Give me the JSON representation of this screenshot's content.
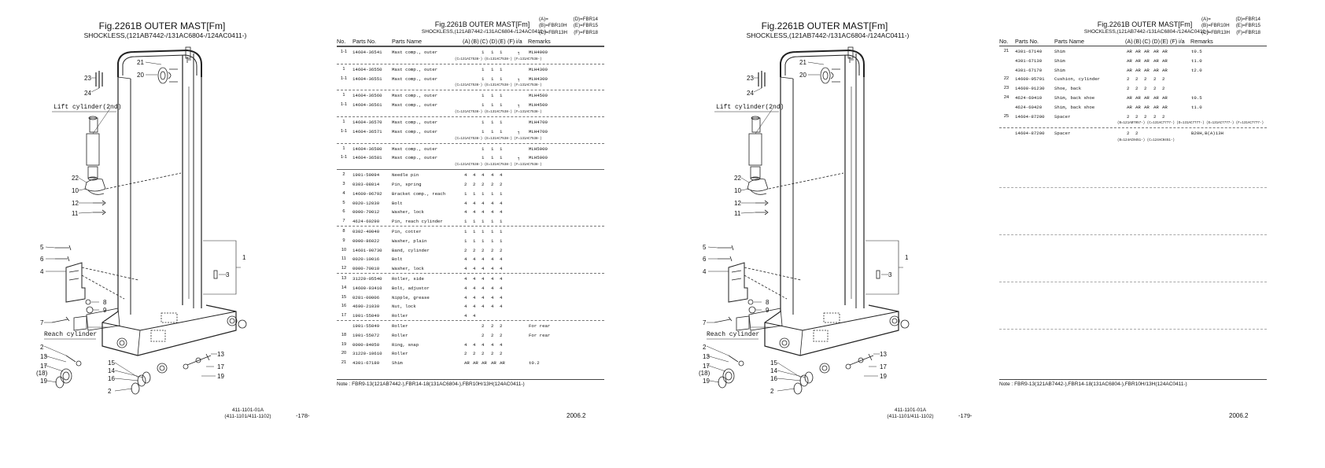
{
  "pages": [
    {
      "fig_title": "Fig.2261B  OUTER MAST[Fm]",
      "fig_subtitle": "SHOCKLESS,(121AB7442-/131AC6804-/124AC0411-)",
      "header_title": "Fig.2261B  OUTER MAST[Fm]",
      "header_subtitle": "SHOCKLESS,(121AB7442-/131AC6804-/124AC0411-)",
      "models": [
        {
          "left": "(A)=",
          "right": "(D)=FBR14"
        },
        {
          "left": "(B)=FBR10H",
          "right": "(E)=FBR15"
        },
        {
          "left": "(C)=FBR13H",
          "right": "(F)=FBR18"
        }
      ],
      "code": "411-1101-01A",
      "code2": "(411-1101/411-1102)",
      "page_number": "-178-",
      "date": "2006.2",
      "note": "Note :   FBR9-13(121AB7442-),FBR14-18(131AC6804-),FBR10H/13H(124AC0411-)"
    },
    {
      "fig_title": "Fig.2261B  OUTER MAST[Fm]",
      "fig_subtitle": "SHOCKLESS,(121AB7442-/131AC6804-/124AC0411-)",
      "header_title": "Fig.2261B  OUTER MAST[Fm]",
      "header_subtitle": "SHOCKLESS,(121AB7442-/131AC6804-/124AC0411-)",
      "models": [
        {
          "left": "(A)=",
          "right": "(D)=FBR14"
        },
        {
          "left": "(B)=FBR10H",
          "right": "(E)=FBR15"
        },
        {
          "left": "(C)=FBR13H",
          "right": "(F)=FBR18"
        }
      ],
      "code": "411-1101-01A",
      "code2": "(411-1101/411-1102)",
      "page_number": "-179-",
      "date": "2006.2",
      "note": "Note :   FBR9-13(121AB7442-),FBR14-18(131AC6804-),FBR10H/13H(124AC0411-)"
    }
  ],
  "diagram": {
    "lift_cylinder_label": "Lift cylinder(2nd)",
    "reach_cylinder_label": "Reach cylinder",
    "callouts": [
      "21",
      "20",
      "23",
      "24",
      "22",
      "10",
      "12",
      "11",
      "5",
      "6",
      "4",
      "1",
      "3",
      "8",
      "9",
      "7",
      "2",
      "13",
      "17",
      "(18)",
      "19",
      "15",
      "14",
      "16",
      "2",
      "13",
      "17",
      "19"
    ]
  },
  "table_headers": {
    "no": "No.",
    "parts_no": "Parts No.",
    "parts_name": "Parts Name",
    "a": "(A)",
    "b": "(B)",
    "c": "(C)",
    "d": "(D)",
    "e": "(E)",
    "f": "(F)",
    "ia": "i/a",
    "remarks": "Remarks"
  },
  "table_left": [
    {
      "no": "1-1",
      "pn": "14604-36541",
      "name": "Mast comp., outer",
      "qty": [
        "",
        "",
        "1",
        "1",
        "1",
        ""
      ],
      "ia": "┐",
      "rm": "MLH4000",
      "sep": "solid"
    },
    {
      "sub": "(C=131AC7538-) (E=131AC7538-) (F=131AC7538-)"
    },
    {
      "no": "1",
      "pn": "14604-36550",
      "name": "Mast comp., outer",
      "qty": [
        "",
        "",
        "1",
        "1",
        "1",
        ""
      ],
      "ia": "",
      "rm": "MLH4300",
      "sep": "dash"
    },
    {
      "no": "1-1",
      "pn": "14604-36551",
      "name": "Mast comp., outer",
      "qty": [
        "",
        "",
        "1",
        "1",
        "1",
        ""
      ],
      "ia": "┐",
      "rm": "MLH4300"
    },
    {
      "sub": "(C=131AC7538-) (E=131AC7538-) (F=131AC7538-)"
    },
    {
      "no": "1",
      "pn": "14604-36560",
      "name": "Mast comp., outer",
      "qty": [
        "",
        "",
        "1",
        "1",
        "1",
        ""
      ],
      "ia": "",
      "rm": "MLH4500",
      "sep": "dash"
    },
    {
      "no": "1-1",
      "pn": "14604-36561",
      "name": "Mast comp., outer",
      "qty": [
        "",
        "",
        "1",
        "1",
        "1",
        ""
      ],
      "ia": "┐",
      "rm": "MLH4500"
    },
    {
      "sub": "(C=131AC7538-) (E=131AC7538-) (F=131AC7538-)"
    },
    {
      "no": "1",
      "pn": "14604-36570",
      "name": "Mast comp., outer",
      "qty": [
        "",
        "",
        "1",
        "1",
        "1",
        ""
      ],
      "ia": "",
      "rm": "MLH4700",
      "sep": "dash"
    },
    {
      "no": "1-1",
      "pn": "14604-36571",
      "name": "Mast comp., outer",
      "qty": [
        "",
        "",
        "1",
        "1",
        "1",
        ""
      ],
      "ia": "┐",
      "rm": "MLH4700"
    },
    {
      "sub": "(C=131AC7538-) (E=131AC7538-) (F=131AC7538-)"
    },
    {
      "no": "1",
      "pn": "14604-36580",
      "name": "Mast comp., outer",
      "qty": [
        "",
        "",
        "1",
        "1",
        "1",
        ""
      ],
      "ia": "",
      "rm": "MLH5000",
      "sep": "dash"
    },
    {
      "no": "1-1",
      "pn": "14604-36581",
      "name": "Mast comp., outer",
      "qty": [
        "",
        "",
        "1",
        "1",
        "1",
        ""
      ],
      "ia": "┐",
      "rm": "MLH5000"
    },
    {
      "sub": "(C=131AC7538-) (E=131AC7538-) (F=131AC7538-)"
    },
    {
      "no": "2",
      "pn": "1901-59094",
      "name": "Needle pin",
      "qty": [
        "4",
        "4",
        "4",
        "4",
        "4",
        ""
      ],
      "ia": "",
      "rm": "",
      "sep": "solid"
    },
    {
      "no": "3",
      "pn": "0303-08014",
      "name": "Pin, spring",
      "qty": [
        "2",
        "2",
        "2",
        "2",
        "2",
        ""
      ],
      "ia": "",
      "rm": ""
    },
    {
      "no": "4",
      "pn": "14600-96792",
      "name": "Bracket comp., reach",
      "qty": [
        "1",
        "1",
        "1",
        "1",
        "1",
        ""
      ],
      "ia": "",
      "rm": ""
    },
    {
      "no": "5",
      "pn": "0020-12030",
      "name": "Bolt",
      "qty": [
        "4",
        "4",
        "4",
        "4",
        "4",
        ""
      ],
      "ia": "",
      "rm": ""
    },
    {
      "no": "6",
      "pn": "0000-70012",
      "name": "Washer, lock",
      "qty": [
        "4",
        "4",
        "4",
        "4",
        "4",
        ""
      ],
      "ia": "",
      "rm": ""
    },
    {
      "no": "7",
      "pn": "4624-60290",
      "name": "Pin, reach cylinder",
      "qty": [
        "1",
        "1",
        "1",
        "1",
        "1",
        ""
      ],
      "ia": "",
      "rm": ""
    },
    {
      "no": "8",
      "pn": "0302-40040",
      "name": "Pin, cotter",
      "qty": [
        "1",
        "1",
        "1",
        "1",
        "1",
        ""
      ],
      "ia": "",
      "rm": "",
      "sep": "dash"
    },
    {
      "no": "9",
      "pn": "0000-86022",
      "name": "Washer, plain",
      "qty": [
        "1",
        "1",
        "1",
        "1",
        "1",
        ""
      ],
      "ia": "",
      "rm": ""
    },
    {
      "no": "10",
      "pn": "14601-90730",
      "name": "Band, cylinder",
      "qty": [
        "2",
        "2",
        "2",
        "2",
        "2",
        ""
      ],
      "ia": "",
      "rm": ""
    },
    {
      "no": "11",
      "pn": "0020-10016",
      "name": "Bolt",
      "qty": [
        "4",
        "4",
        "4",
        "4",
        "4",
        ""
      ],
      "ia": "",
      "rm": ""
    },
    {
      "no": "12",
      "pn": "0000-70010",
      "name": "Washer, lock",
      "qty": [
        "4",
        "4",
        "4",
        "4",
        "4",
        ""
      ],
      "ia": "",
      "rm": ""
    },
    {
      "no": "13",
      "pn": "31220-05540",
      "name": "Roller, side",
      "qty": [
        "4",
        "4",
        "4",
        "4",
        "4",
        ""
      ],
      "ia": "",
      "rm": "",
      "sep": "dash"
    },
    {
      "no": "14",
      "pn": "14600-93410",
      "name": "Bolt, adjustor",
      "qty": [
        "4",
        "4",
        "4",
        "4",
        "4",
        ""
      ],
      "ia": "",
      "rm": ""
    },
    {
      "no": "15",
      "pn": "0281-00006",
      "name": "Nipple, grease",
      "qty": [
        "4",
        "4",
        "4",
        "4",
        "4",
        ""
      ],
      "ia": "",
      "rm": ""
    },
    {
      "no": "16",
      "pn": "4690-21030",
      "name": "Nut, lock",
      "qty": [
        "4",
        "4",
        "4",
        "4",
        "4",
        ""
      ],
      "ia": "",
      "rm": ""
    },
    {
      "no": "17",
      "pn": "1901-55049",
      "name": "Roller",
      "qty": [
        "4",
        "4",
        "",
        "",
        "",
        ""
      ],
      "ia": "",
      "rm": ""
    },
    {
      "no": "",
      "pn": "1901-55049",
      "name": "Roller",
      "qty": [
        "",
        "",
        "2",
        "2",
        "2",
        ""
      ],
      "ia": "",
      "rm": "For rear",
      "sep": "dash"
    },
    {
      "no": "18",
      "pn": "1901-55072",
      "name": "Roller",
      "qty": [
        "",
        "",
        "2",
        "2",
        "2",
        ""
      ],
      "ia": "",
      "rm": "For rear"
    },
    {
      "no": "19",
      "pn": "0000-84050",
      "name": "Ring, snap",
      "qty": [
        "4",
        "4",
        "4",
        "4",
        "4",
        ""
      ],
      "ia": "",
      "rm": ""
    },
    {
      "no": "20",
      "pn": "31220-10610",
      "name": "Roller",
      "qty": [
        "2",
        "2",
        "2",
        "2",
        "2",
        ""
      ],
      "ia": "",
      "rm": ""
    },
    {
      "no": "21",
      "pn": "4301-67180",
      "name": "Shim",
      "qty": [
        "AR",
        "AR",
        "AR",
        "AR",
        "AR",
        ""
      ],
      "ia": "",
      "rm": "t0.2"
    }
  ],
  "table_right": [
    {
      "no": "21",
      "pn": "4301-67140",
      "name": "Shim",
      "qty": [
        "AR",
        "AR",
        "AR",
        "AR",
        "AR",
        ""
      ],
      "ia": "",
      "rm": "t0.5"
    },
    {
      "no": "",
      "pn": "4301-67130",
      "name": "Shim",
      "qty": [
        "AR",
        "AR",
        "AR",
        "AR",
        "AR",
        ""
      ],
      "ia": "",
      "rm": "t1.0"
    },
    {
      "no": "",
      "pn": "4301-67170",
      "name": "Shim",
      "qty": [
        "AR",
        "AR",
        "AR",
        "AR",
        "AR",
        ""
      ],
      "ia": "",
      "rm": "t2.0"
    },
    {
      "no": "22",
      "pn": "14600-95791",
      "name": "Cushion, cylinder",
      "qty": [
        "2",
        "2",
        "2",
        "2",
        "2",
        ""
      ],
      "ia": "",
      "rm": ""
    },
    {
      "no": "23",
      "pn": "14600-91230",
      "name": "Shoe, back",
      "qty": [
        "2",
        "2",
        "2",
        "2",
        "2",
        ""
      ],
      "ia": "",
      "rm": ""
    },
    {
      "no": "24",
      "pn": "4624-60410",
      "name": "Shim, back shoe",
      "qty": [
        "AR",
        "AR",
        "AR",
        "AR",
        "AR",
        ""
      ],
      "ia": "",
      "rm": "t0.5"
    },
    {
      "no": "",
      "pn": "4624-60420",
      "name": "Shim, back shoe",
      "qty": [
        "AR",
        "AR",
        "AR",
        "AR",
        "AR",
        ""
      ],
      "ia": "",
      "rm": "t1.0"
    },
    {
      "no": "25",
      "pn": "14604-87200",
      "name": "Spacer",
      "qty": [
        "2",
        "2",
        "2",
        "2",
        "2",
        ""
      ],
      "ia": "",
      "rm": ""
    },
    {
      "sub": "(B=121AB7957-) (C=131AC7777-) (D=131AC7777-) (E=131AC7777-) (F=131AC7777-)"
    },
    {
      "no": "",
      "pn": "14604-87200",
      "name": "Spacer",
      "qty": [
        "2",
        "2",
        "",
        "",
        "",
        ""
      ],
      "ia": "",
      "rm": "B20H,B(A)13H",
      "sep": "dash"
    },
    {
      "sub": "(B=124AC0451-) (C=124AC0451-)"
    }
  ]
}
